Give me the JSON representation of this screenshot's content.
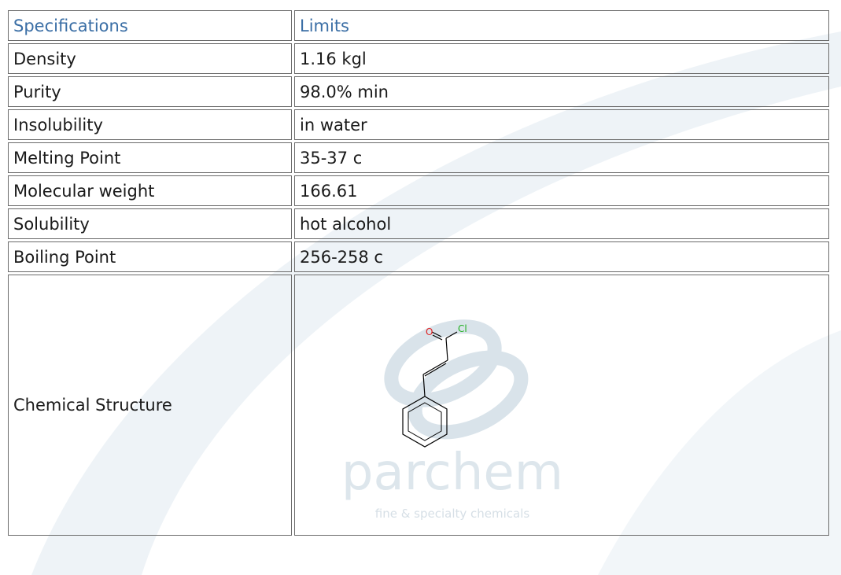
{
  "table": {
    "header": {
      "col1": "Specifications",
      "col2": "Limits"
    },
    "rows": [
      {
        "label": "Density",
        "value": "1.16 kgl"
      },
      {
        "label": "Purity",
        "value": "98.0% min"
      },
      {
        "label": "Insolubility",
        "value": "in water"
      },
      {
        "label": "Melting Point",
        "value": "35-37 c"
      },
      {
        "label": "Molecular weight",
        "value": "166.61"
      },
      {
        "label": "Solubility",
        "value": "hot alcohol"
      },
      {
        "label": "Boiling Point",
        "value": "256-258 c"
      }
    ],
    "structure": {
      "label": "Chemical Structure",
      "atom_o": "O",
      "atom_cl": "Cl"
    }
  },
  "watermark": {
    "brand": "parchem",
    "tagline": "fine & specialty chemicals"
  },
  "colors": {
    "header_text": "#3a6ea5",
    "border": "#6b6b6b",
    "oxygen": "#e02020",
    "chlorine": "#20b020",
    "watermark": "#d9e3ea"
  }
}
